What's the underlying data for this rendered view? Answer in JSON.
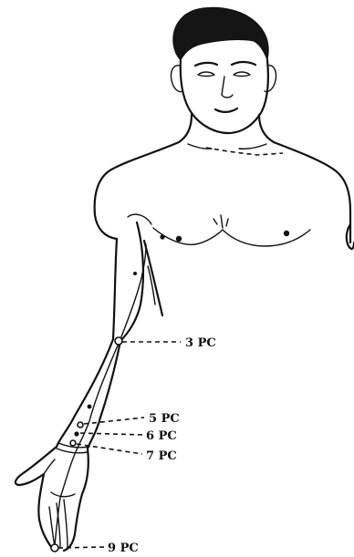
{
  "figure": {
    "points": [
      {
        "id": "pc3",
        "label": "3 PC"
      },
      {
        "id": "pc5",
        "label": "5 PC"
      },
      {
        "id": "pc6",
        "label": "6 PC"
      },
      {
        "id": "pc7",
        "label": "7 PC"
      },
      {
        "id": "pc9",
        "label": "9 PC"
      }
    ]
  }
}
